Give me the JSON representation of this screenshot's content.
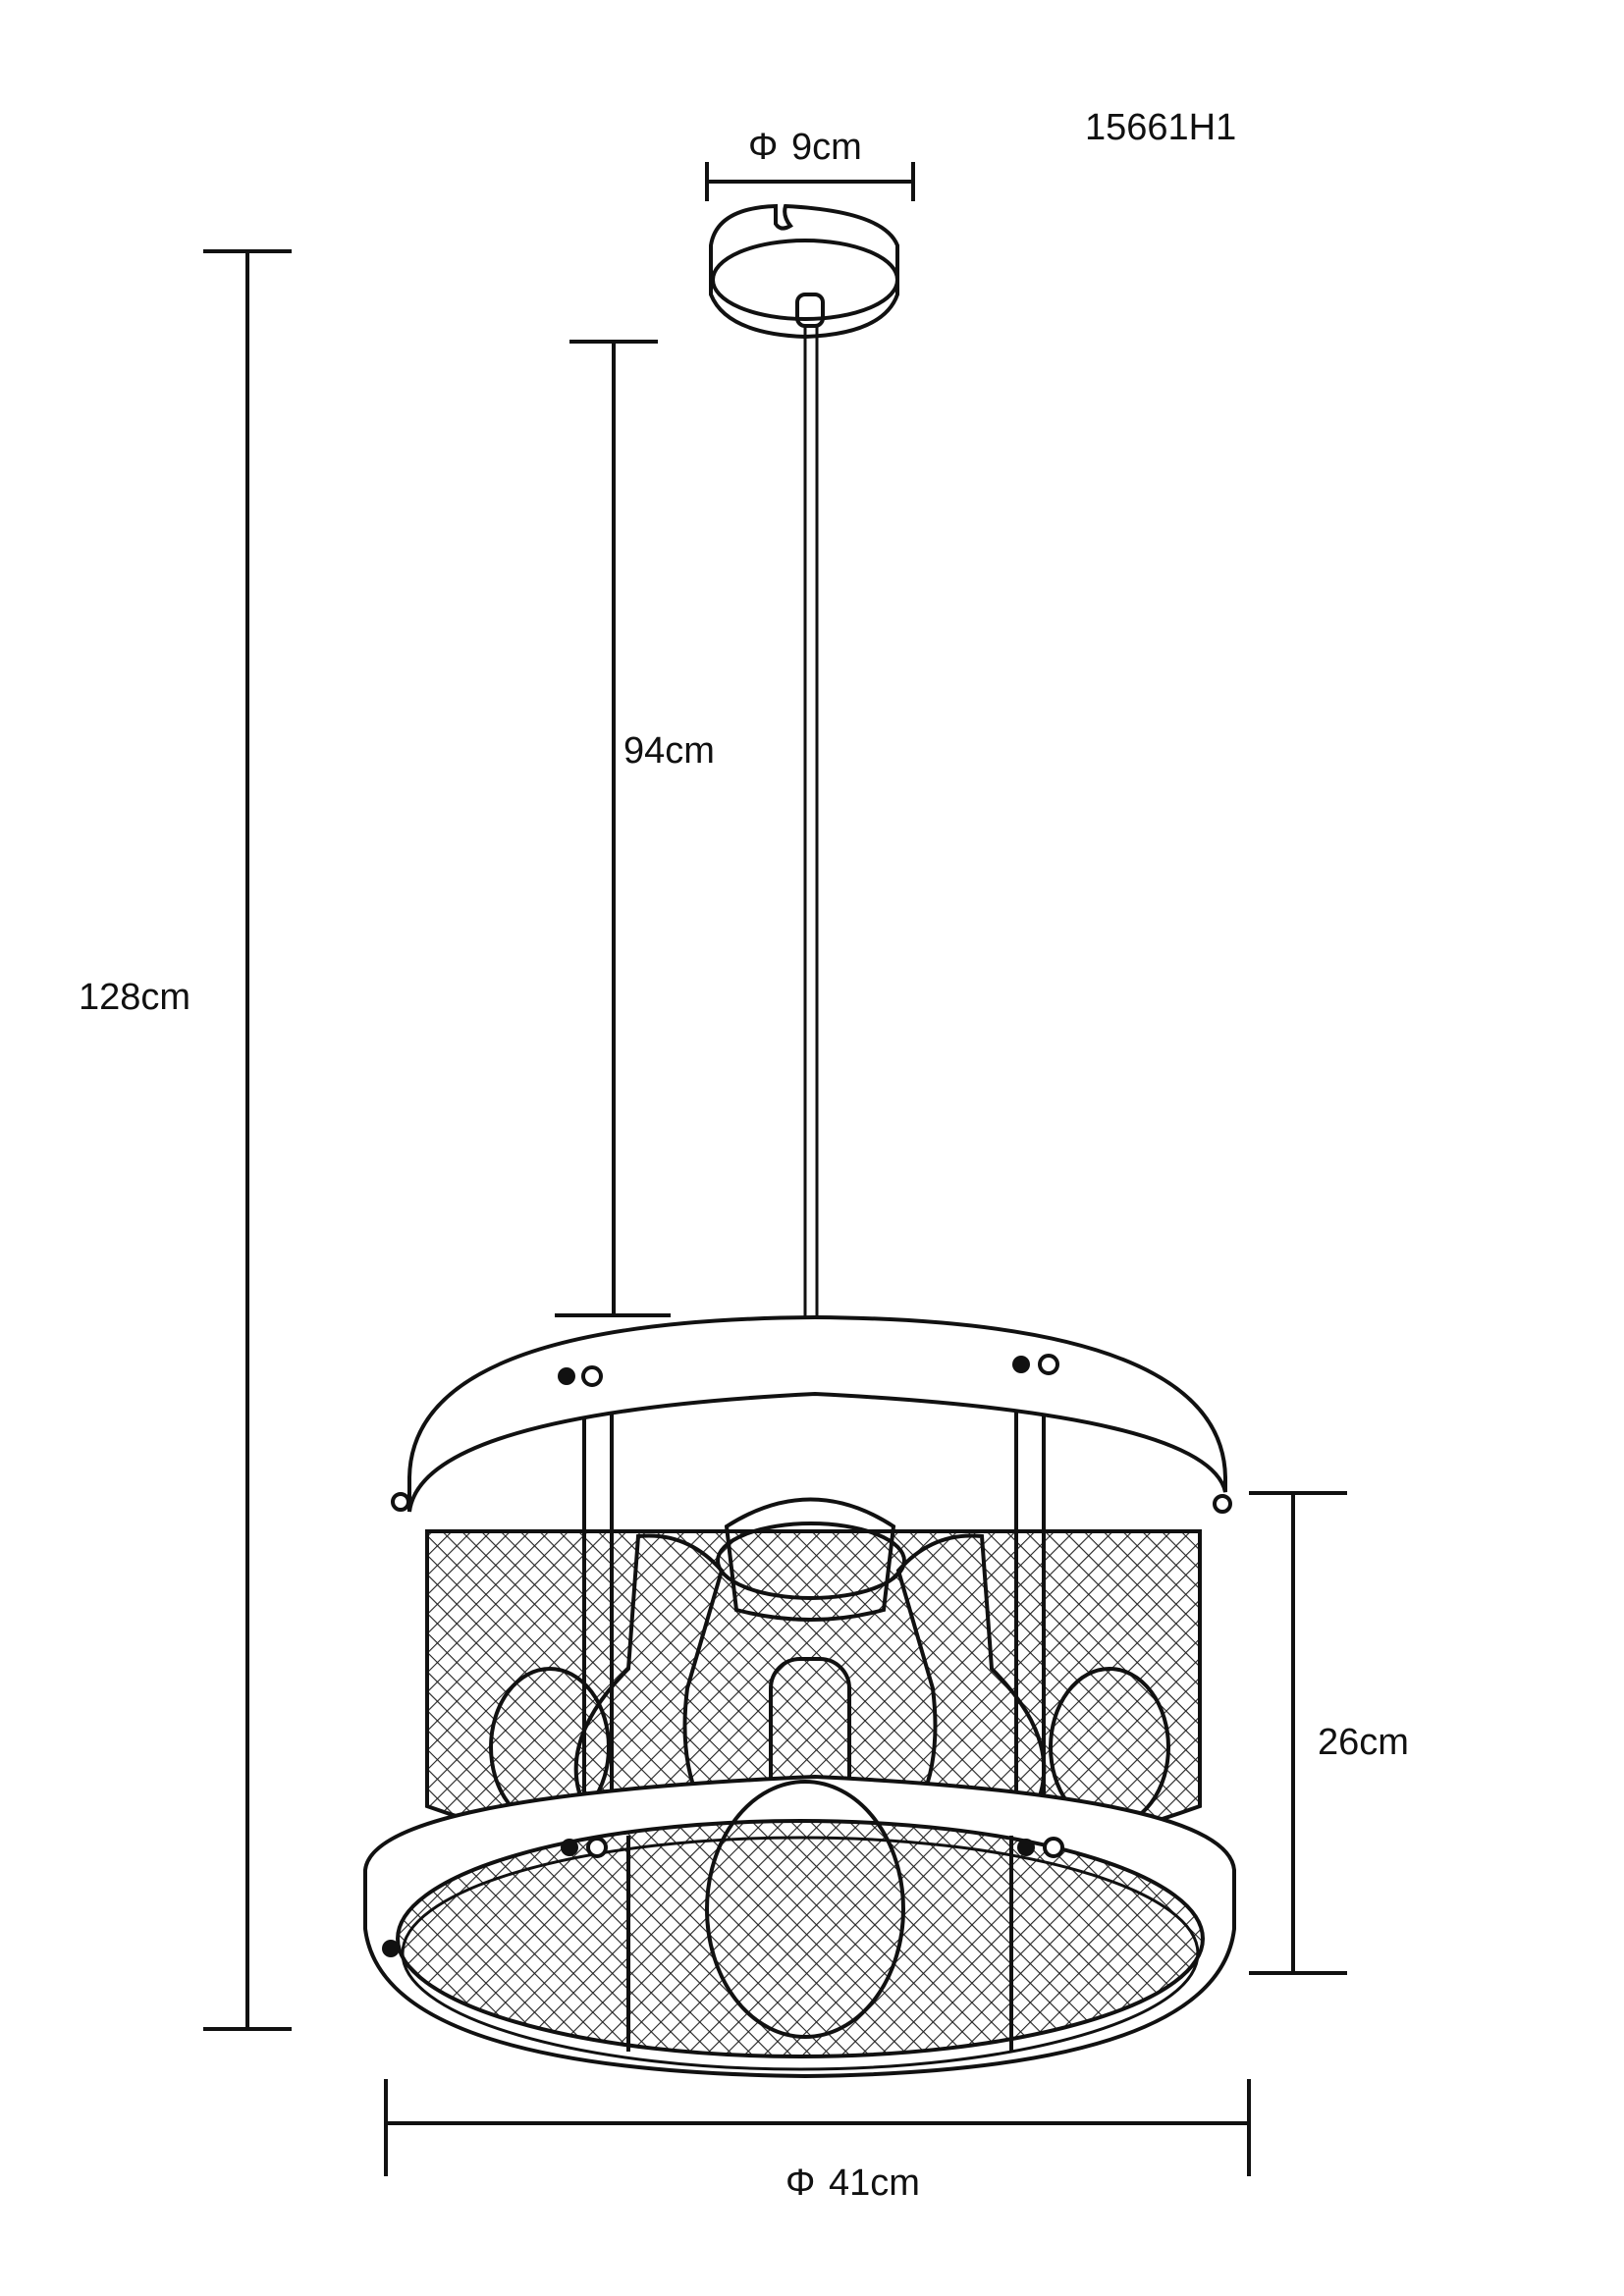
{
  "model_code": "15661H1",
  "dimensions": {
    "canopy_diameter": "9cm",
    "total_height": "128cm",
    "rod_length": "94cm",
    "shade_height": "26cm",
    "shade_diameter": "41cm"
  },
  "diameter_symbol": "Φ",
  "colors": {
    "line": "#111111",
    "background": "#ffffff"
  }
}
